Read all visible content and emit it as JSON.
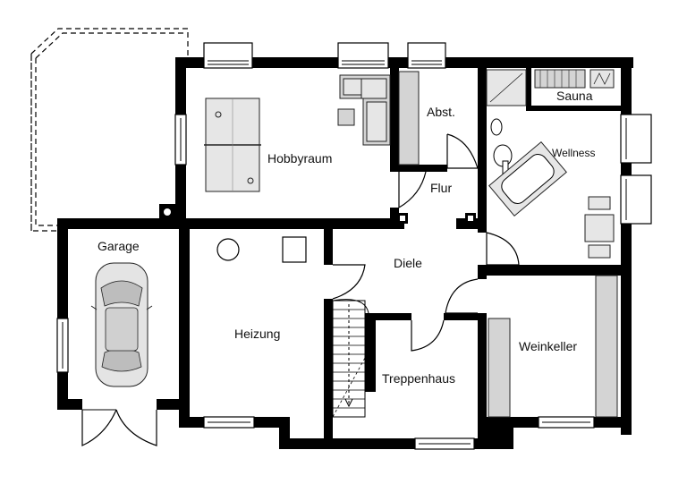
{
  "rooms": {
    "hobbyraum": "Hobbyraum",
    "abstellraum": "Abst.",
    "sauna": "Sauna",
    "wellness": "Wellness",
    "flur": "Flur",
    "garage": "Garage",
    "diele": "Diele",
    "heizung": "Heizung",
    "weinkeller": "Weinkeller",
    "treppenhaus": "Treppenhaus"
  }
}
